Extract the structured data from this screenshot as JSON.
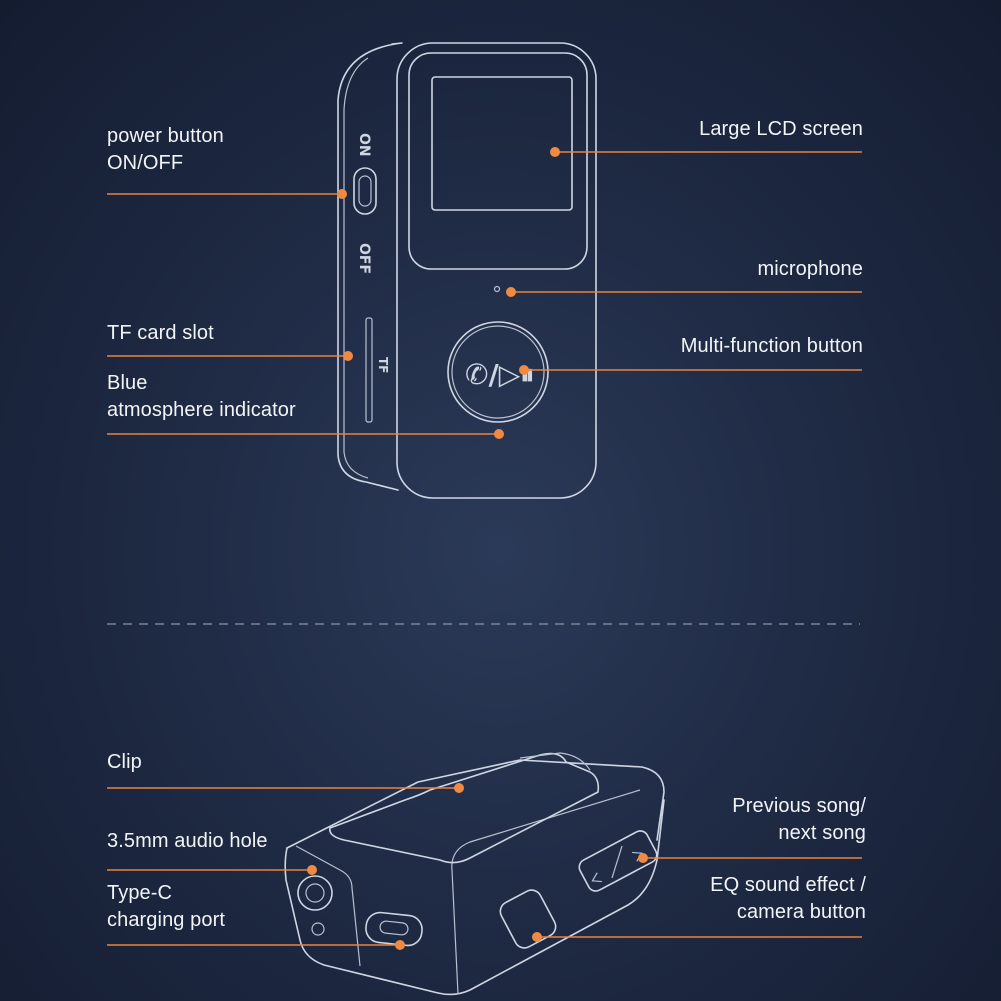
{
  "callouts": {
    "power_button": {
      "line1": "power button",
      "line2": "ON/OFF"
    },
    "tf_card_slot": "TF card slot",
    "blue_indicator": {
      "line1": "Blue",
      "line2": "atmosphere indicator"
    },
    "lcd_screen": "Large LCD screen",
    "microphone": "microphone",
    "multi_function": "Multi-function button",
    "clip": "Clip",
    "audio_hole": "3.5mm audio hole",
    "type_c": {
      "line1": "Type-C",
      "line2": "charging port"
    },
    "prev_next": {
      "line1": "Previous song/",
      "line2": "next song"
    },
    "eq_camera": {
      "line1": "EQ sound effect /",
      "line2": "camera button"
    }
  },
  "device_markings": {
    "switch_on": "ON",
    "switch_off": "OFF",
    "slot_mark": "TF",
    "multi_button_symbols": "✆/▷⏸"
  },
  "colors": {
    "background": "#1d2841",
    "leader_line": "#e8843f",
    "dot": "#f08a42",
    "outline": "#cfd6e3"
  }
}
